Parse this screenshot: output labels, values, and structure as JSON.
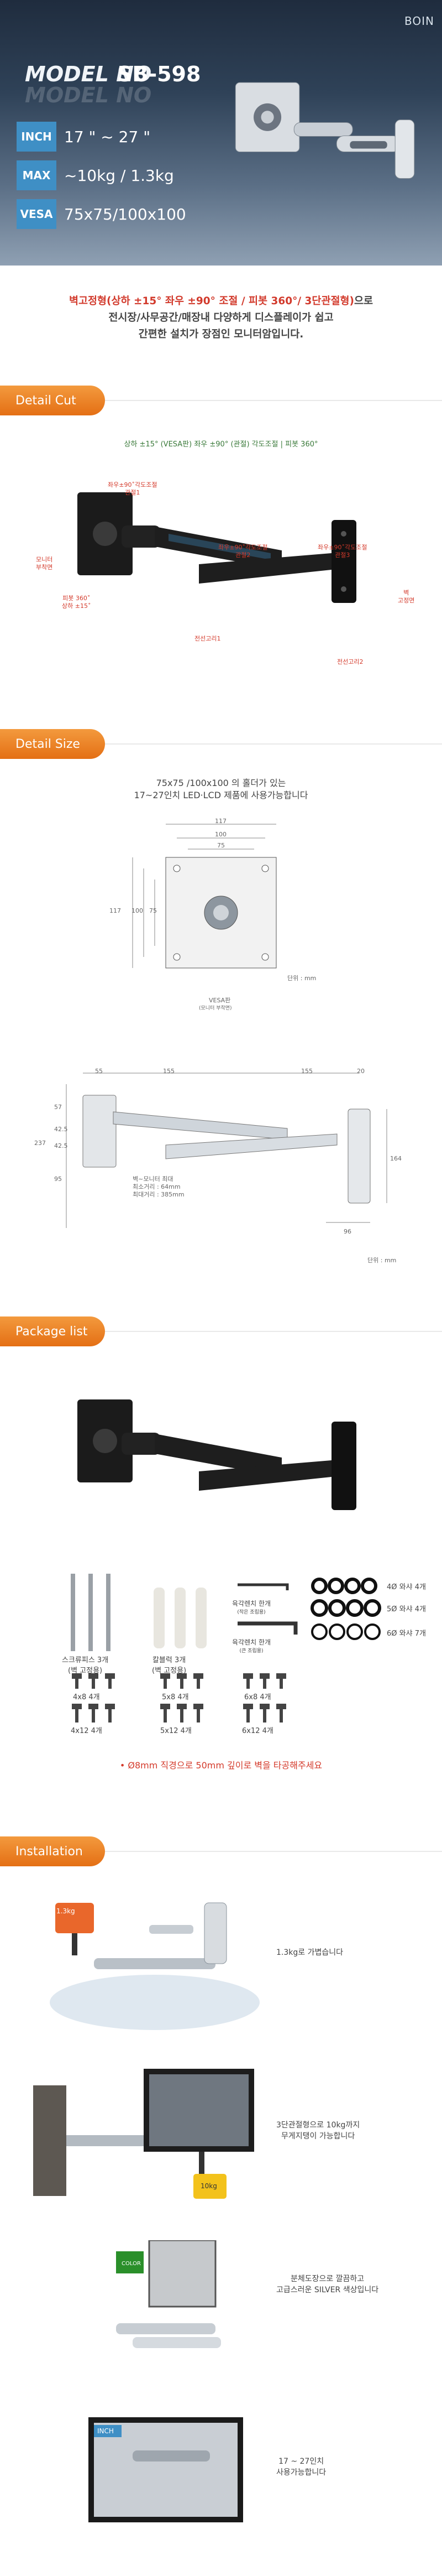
{
  "header": {
    "brand": "BOIN",
    "model_label": "MODEL NO",
    "model_code": "SB-598",
    "specs": [
      {
        "label": "INCH",
        "value": "17 \" ~ 27 \""
      },
      {
        "label": "MAX",
        "value": "~10kg / 1.3kg"
      },
      {
        "label": "VESA",
        "value": "75x75/100x100"
      }
    ]
  },
  "intro": {
    "highlight": "벽고정형(상하 ±15° 좌우 ±90° 조절 / 피봇 360°/ 3단관절형)",
    "line1_rest": "으로",
    "line2": "전시장/사무공간/매장내 다양하게 디스플레이가 쉽고",
    "line3": "간편한 설치가 장점인 모니터암입니다."
  },
  "sections": {
    "detail_cut": "Detail Cut",
    "detail_size": "Detail Size",
    "package_list": "Package list",
    "installation": "Installation"
  },
  "detail_cut": {
    "caption": "상하 ±15° (VESA판) 좌우 ±90° (관절) 각도조절 | 피봇 360°",
    "callouts": {
      "joint1": [
        "좌우±90˚각도조절",
        "관절1"
      ],
      "joint2": [
        "좌우±90˚각도조절",
        "관절2"
      ],
      "joint3": [
        "좌우±90˚각도조절",
        "관절3"
      ],
      "monitor_mount": [
        "모니터",
        "부착면"
      ],
      "pivot": [
        "피봇 360˚",
        "상하 ±15˚"
      ],
      "wall_plate": [
        "벽",
        "고정면"
      ],
      "cable1": [
        "전선고리1"
      ],
      "cable2": [
        "전선고리2"
      ]
    }
  },
  "detail_size": {
    "caption_line1": "75x75 /100x100 의 홀더가 있는",
    "caption_line2": "17~27인치 LED·LCD 제품에 사용가능합니다",
    "dims": {
      "w117": "117",
      "w100": "100",
      "w75": "75",
      "h117": "117",
      "h100": "100",
      "h75": "75"
    },
    "unit": "단위 : mm",
    "vesa_plate": "VESA판",
    "vesa_sub": "(모니터 부착면)",
    "side_dims": {
      "a": "55",
      "b": "155",
      "c": "155",
      "d": "20",
      "e": "96"
    },
    "v_dims": {
      "a": "57",
      "b": "42.5",
      "c": "42.5",
      "total": "237",
      "d": "95",
      "right": "164"
    },
    "spec_note": [
      "벽~모니터 최대",
      "최소거리 : 64mm",
      "최대거리 : 385mm"
    ],
    "unit2": "단위 : mm"
  },
  "package": {
    "parts": [
      {
        "name": "스크류피스 3개",
        "sub": "(벽 고정용)"
      },
      {
        "name": "칼블럭 3개",
        "sub": "(벽 고정용)"
      },
      {
        "name": "육각렌치 한개",
        "sub": "(작은 조립용)"
      },
      {
        "name": "육각렌치 한개",
        "sub": "(큰 조립용)"
      }
    ],
    "washers": [
      {
        "label": "4Ø 와샤 4개"
      },
      {
        "label": "5Ø 와샤 4개"
      },
      {
        "label": "6Ø 와샤 7개"
      }
    ],
    "bolts": [
      {
        "label": "4x8 4개"
      },
      {
        "label": "5x8 4개"
      },
      {
        "label": "6x8 4개"
      },
      {
        "label": "4x12 4개"
      },
      {
        "label": "5x12 4개"
      },
      {
        "label": "6x12 4개"
      }
    ],
    "note": "• Ø8mm 직경으로 50mm 깊이로 벽을 타공해주세요"
  },
  "installation": {
    "step1": "1.3kg로 가볍습니다",
    "step1_tag": "1.3kg",
    "step2": [
      "3단관절형으로 10kg까지",
      "무게지탱이 가능합니다"
    ],
    "step2_tag": "10kg",
    "step3": [
      "분체도장으로 깔끔하고",
      "고급스러운 SILVER 색상입니다"
    ],
    "step3_tag": "COLOR",
    "step4": [
      "17 ~ 27인치",
      "사용가능합니다"
    ],
    "step4_tag": "INCH"
  },
  "colors": {
    "hero_top": "#1f2c3e",
    "accent_blue": "#3f8fc5",
    "section_orange": "#e97a1d",
    "caption_red": "#d43a2b"
  }
}
